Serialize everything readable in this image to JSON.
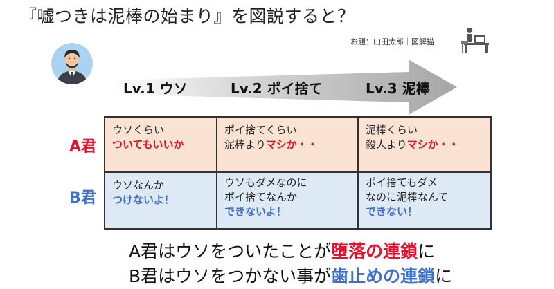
{
  "title": "『嘘つきは泥棒の始まり』を図説すると？",
  "credit": "お題：山田太郎｜図解描",
  "icons": {
    "avatar": "person-avatar-icon",
    "desk": "person-at-desk-icon"
  },
  "colors": {
    "red": "#e8112d",
    "blue": "#3f6fc8",
    "row_a_bg": "#fbe3d4",
    "row_b_bg": "#dde9f5",
    "arrow": "#a6a6a6"
  },
  "levels": [
    "Lv.1 ウソ",
    "Lv.2 ポイ捨て",
    "Lv.3 泥棒"
  ],
  "rows": {
    "a": {
      "label": "A君",
      "cells": [
        {
          "line1": "ウソくらい",
          "line2_hl": "ついてもいいか"
        },
        {
          "line1": "ポイ捨てくらい",
          "line2_pre": "泥棒より",
          "line2_hl": "マシか・・"
        },
        {
          "line1": "泥棒くらい",
          "line2_pre": "殺人より",
          "line2_hl": "マシか・・"
        }
      ]
    },
    "b": {
      "label": "B君",
      "cells": [
        {
          "line1": "ウソなんか",
          "line2_hl": "つけないよ！"
        },
        {
          "line1": "ウソもダメなのに",
          "line2": "ポイ捨てなんか",
          "line3_hl": "できないよ！"
        },
        {
          "line1": "ポイ捨てもダメ",
          "line2": "なのに泥棒なんて",
          "line3_hl": "できない！"
        }
      ]
    }
  },
  "conclusions": [
    {
      "pre": "A君はウソをついたことが",
      "hl": "堕落の連鎖",
      "post": "に"
    },
    {
      "pre": "B君はウソをつかない事が",
      "hl": "歯止めの連鎖",
      "post": "に"
    }
  ]
}
